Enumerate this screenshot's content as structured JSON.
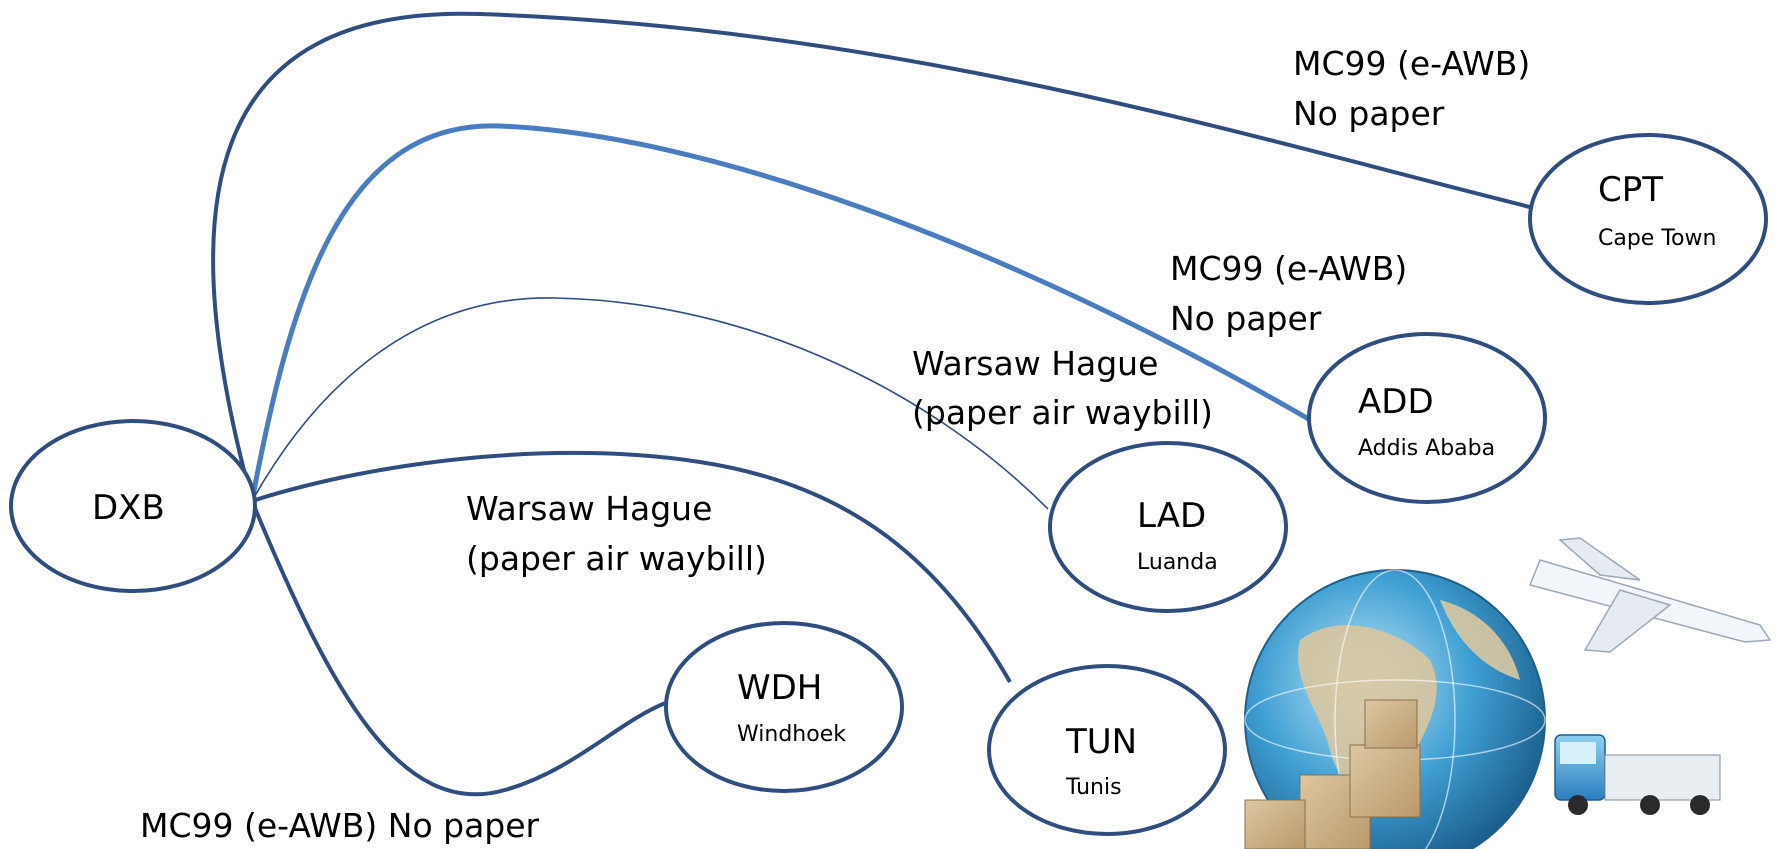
{
  "colors": {
    "line": "#2f4d7f",
    "line_light": "#4a7cc0",
    "node_stroke": "#2f4d7f",
    "node_fill": "#ffffff"
  },
  "nodes": {
    "dxb": {
      "code": "DXB",
      "city": ""
    },
    "cpt": {
      "code": "CPT",
      "city": "Cape Town"
    },
    "add": {
      "code": "ADD",
      "city": "Addis Ababa"
    },
    "lad": {
      "code": "LAD",
      "city": "Luanda"
    },
    "tun": {
      "code": "TUN",
      "city": "Tunis"
    },
    "wdh": {
      "code": "WDH",
      "city": "Windhoek"
    }
  },
  "routes": {
    "cpt": {
      "line1": "MC99 (e-AWB)",
      "line2": "No paper"
    },
    "add": {
      "line1": "MC99 (e-AWB)",
      "line2": "No paper"
    },
    "lad": {
      "line1": "Warsaw Hague",
      "line2": "(paper air waybill)"
    },
    "tun": {
      "line1": "Warsaw Hague",
      "line2": "(paper air waybill)"
    },
    "wdh": {
      "line1": "MC99 (e-AWB) No paper"
    }
  },
  "image": {
    "icon": "globe-plane-truck-boxes-icon"
  }
}
